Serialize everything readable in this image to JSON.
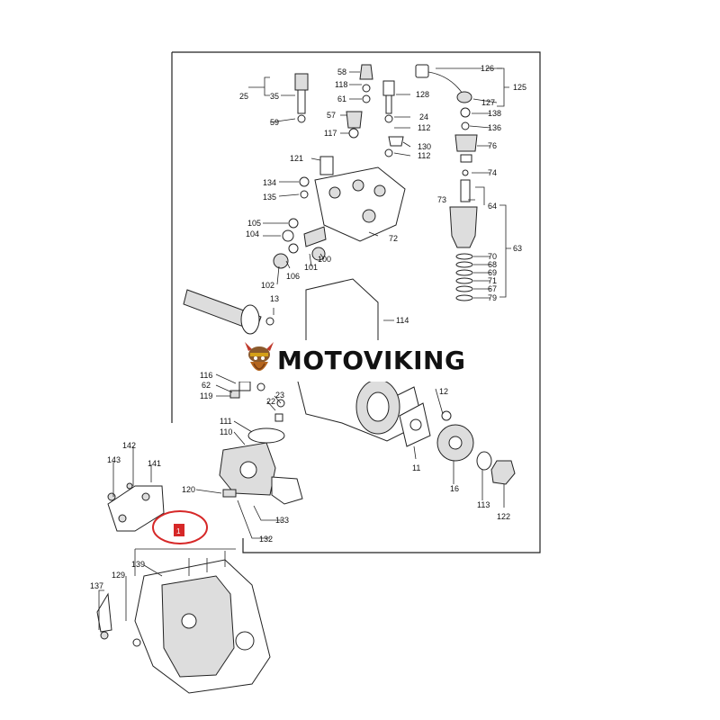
{
  "brand": {
    "name": "MOTOVIKING"
  },
  "diagram": {
    "callout_number": "1",
    "callout_color": "#d62828",
    "labels": [
      {
        "id": "l126",
        "text": "126"
      },
      {
        "id": "l125",
        "text": "125"
      },
      {
        "id": "l127",
        "text": "127"
      },
      {
        "id": "l138",
        "text": "138"
      },
      {
        "id": "l136",
        "text": "136"
      },
      {
        "id": "l76",
        "text": "76"
      },
      {
        "id": "l74",
        "text": "74"
      },
      {
        "id": "l73",
        "text": "73"
      },
      {
        "id": "l64",
        "text": "64"
      },
      {
        "id": "l63",
        "text": "63"
      },
      {
        "id": "l70",
        "text": "70"
      },
      {
        "id": "l68",
        "text": "68"
      },
      {
        "id": "l69",
        "text": "69"
      },
      {
        "id": "l71",
        "text": "71"
      },
      {
        "id": "l67",
        "text": "67"
      },
      {
        "id": "l79",
        "text": "79"
      },
      {
        "id": "l58",
        "text": "58"
      },
      {
        "id": "l118",
        "text": "118"
      },
      {
        "id": "l61",
        "text": "61"
      },
      {
        "id": "l128",
        "text": "128"
      },
      {
        "id": "l24",
        "text": "24"
      },
      {
        "id": "l112a",
        "text": "112"
      },
      {
        "id": "l130",
        "text": "130"
      },
      {
        "id": "l112b",
        "text": "112"
      },
      {
        "id": "l57",
        "text": "57"
      },
      {
        "id": "l117",
        "text": "117"
      },
      {
        "id": "l25",
        "text": "25"
      },
      {
        "id": "l35",
        "text": "35"
      },
      {
        "id": "l59",
        "text": "59"
      },
      {
        "id": "l121",
        "text": "121"
      },
      {
        "id": "l134",
        "text": "134"
      },
      {
        "id": "l135",
        "text": "135"
      },
      {
        "id": "l105",
        "text": "105"
      },
      {
        "id": "l104",
        "text": "104"
      },
      {
        "id": "l72",
        "text": "72"
      },
      {
        "id": "l106",
        "text": "106"
      },
      {
        "id": "l101",
        "text": "101"
      },
      {
        "id": "l100",
        "text": "100"
      },
      {
        "id": "l102",
        "text": "102"
      },
      {
        "id": "l13",
        "text": "13"
      },
      {
        "id": "l114",
        "text": "114"
      },
      {
        "id": "l116",
        "text": "116"
      },
      {
        "id": "l62",
        "text": "62"
      },
      {
        "id": "l119",
        "text": "119"
      },
      {
        "id": "l23",
        "text": "23"
      },
      {
        "id": "l22",
        "text": "22"
      },
      {
        "id": "l12",
        "text": "12"
      },
      {
        "id": "l111",
        "text": "111"
      },
      {
        "id": "l110",
        "text": "110"
      },
      {
        "id": "l11",
        "text": "11"
      },
      {
        "id": "l16",
        "text": "16"
      },
      {
        "id": "l113",
        "text": "113"
      },
      {
        "id": "l122",
        "text": "122"
      },
      {
        "id": "l120",
        "text": "120"
      },
      {
        "id": "l133",
        "text": "133"
      },
      {
        "id": "l132",
        "text": "132"
      },
      {
        "id": "l142",
        "text": "142"
      },
      {
        "id": "l143",
        "text": "143"
      },
      {
        "id": "l141",
        "text": "141"
      },
      {
        "id": "l137",
        "text": "137"
      },
      {
        "id": "l129",
        "text": "129"
      },
      {
        "id": "l139",
        "text": "139"
      }
    ]
  }
}
